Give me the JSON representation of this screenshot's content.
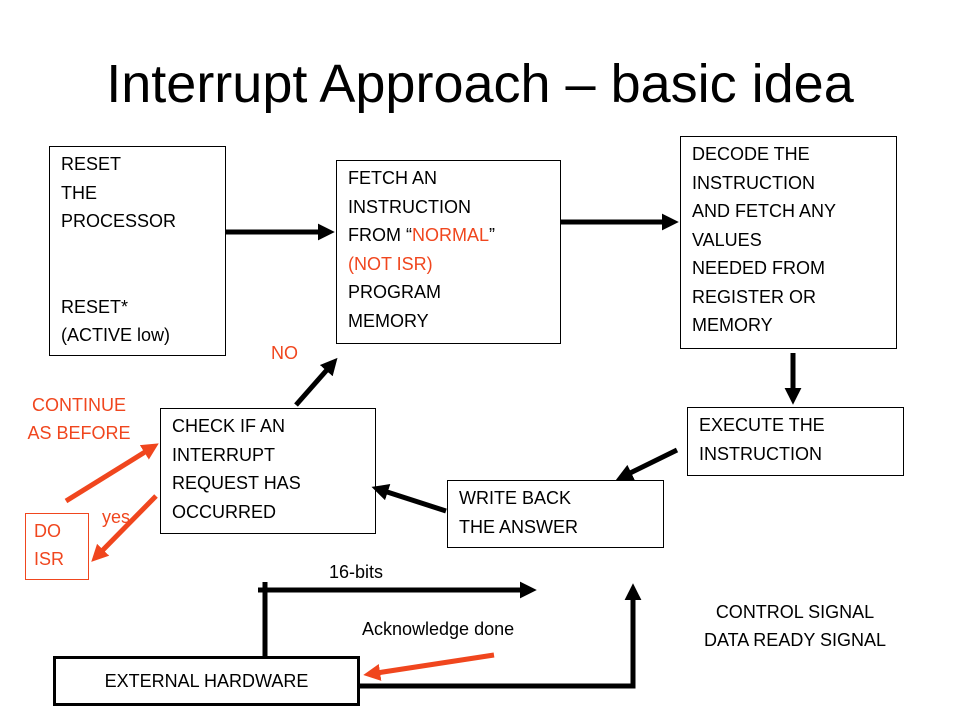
{
  "title": "Interrupt Approach – basic idea",
  "colors": {
    "black": "#000000",
    "accent": "#f0461e"
  },
  "boxes": {
    "reset": {
      "lines": [
        "RESET",
        "THE",
        "PROCESSOR",
        "",
        "",
        "RESET*",
        "(ACTIVE low)"
      ]
    },
    "fetch": {
      "line1": "FETCH AN",
      "line2": "INSTRUCTION",
      "line3_a": "FROM “",
      "line3_b": "NORMAL",
      "line3_c": "”",
      "line4": "(NOT ISR)",
      "line5": "PROGRAM",
      "line6": "MEMORY"
    },
    "decode": {
      "lines": [
        "DECODE THE",
        "INSTRUCTION",
        "AND FETCH ANY",
        "VALUES",
        "NEEDED FROM",
        "REGISTER OR",
        "MEMORY"
      ]
    },
    "execute": {
      "lines": [
        "EXECUTE THE",
        "INSTRUCTION"
      ]
    },
    "writeback": {
      "lines": [
        "WRITE BACK",
        "THE ANSWER"
      ]
    },
    "check": {
      "lines": [
        "CHECK IF AN",
        "INTERRUPT",
        "REQUEST HAS",
        "OCCURRED"
      ]
    },
    "do_isr": {
      "lines": [
        "DO",
        "ISR"
      ]
    },
    "hardware": {
      "label": "EXTERNAL HARDWARE"
    }
  },
  "labels": {
    "no": "NO",
    "continue_1": "CONTINUE",
    "continue_2": "AS BEFORE",
    "yes": "yes",
    "bits": "16-bits",
    "ack": "Acknowledge done",
    "control": "CONTROL SIGNAL",
    "data_ready": "DATA READY SIGNAL"
  }
}
